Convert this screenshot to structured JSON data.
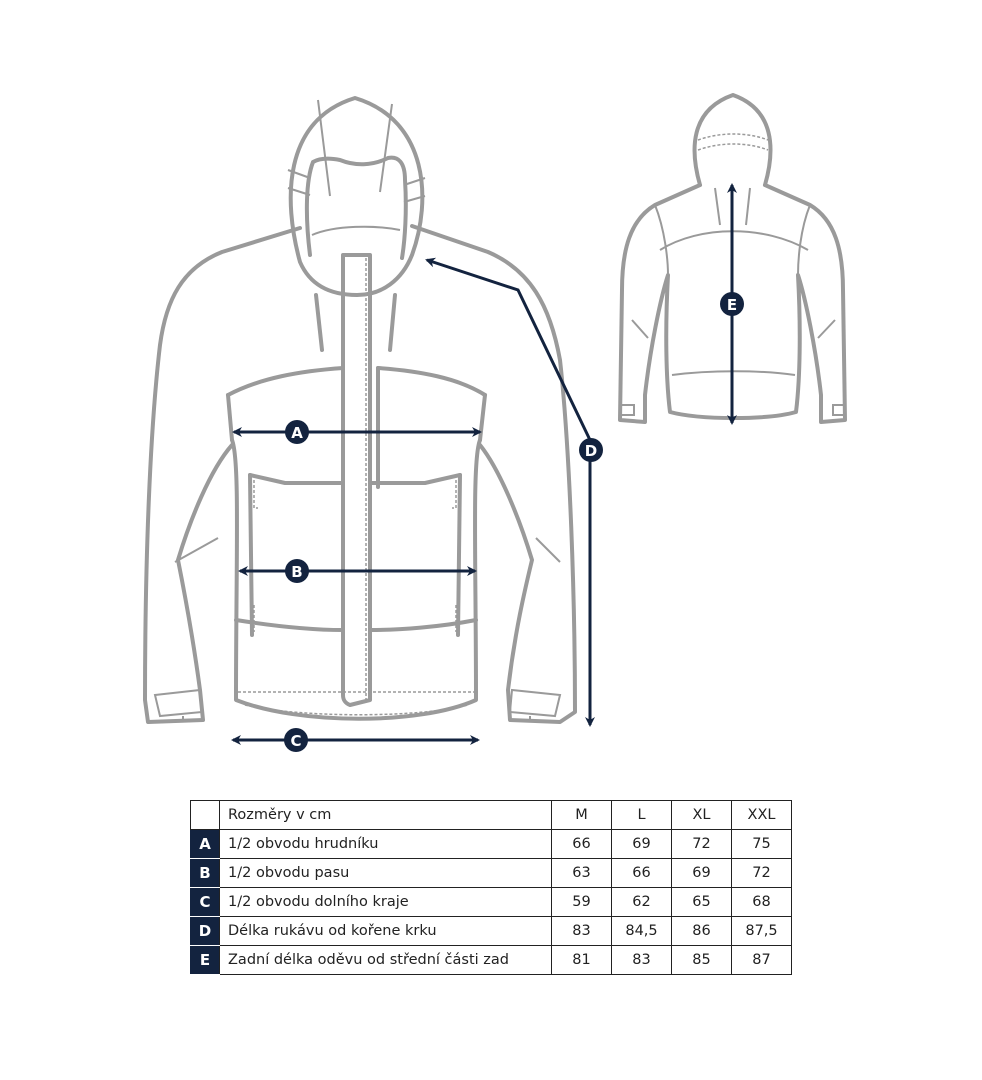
{
  "diagram": {
    "labels": [
      "A",
      "B",
      "C",
      "D",
      "E"
    ],
    "accent": "#13233f",
    "outline": "#9a9a9a"
  },
  "table": {
    "header": "Rozměry v cm",
    "sizes": [
      "M",
      "L",
      "XL",
      "XXL"
    ],
    "rows": [
      {
        "key": "A",
        "label": "1/2 obvodu hrudníku",
        "values": [
          "66",
          "69",
          "72",
          "75"
        ]
      },
      {
        "key": "B",
        "label": "1/2 obvodu pasu",
        "values": [
          "63",
          "66",
          "69",
          "72"
        ]
      },
      {
        "key": "C",
        "label": "1/2 obvodu dolního kraje",
        "values": [
          "59",
          "62",
          "65",
          "68"
        ]
      },
      {
        "key": "D",
        "label": "Délka rukávu od kořene krku",
        "values": [
          "83",
          "84,5",
          "86",
          "87,5"
        ]
      },
      {
        "key": "E",
        "label": "Zadní délka oděvu od střední části zad",
        "values": [
          "81",
          "83",
          "85",
          "87"
        ]
      }
    ]
  }
}
